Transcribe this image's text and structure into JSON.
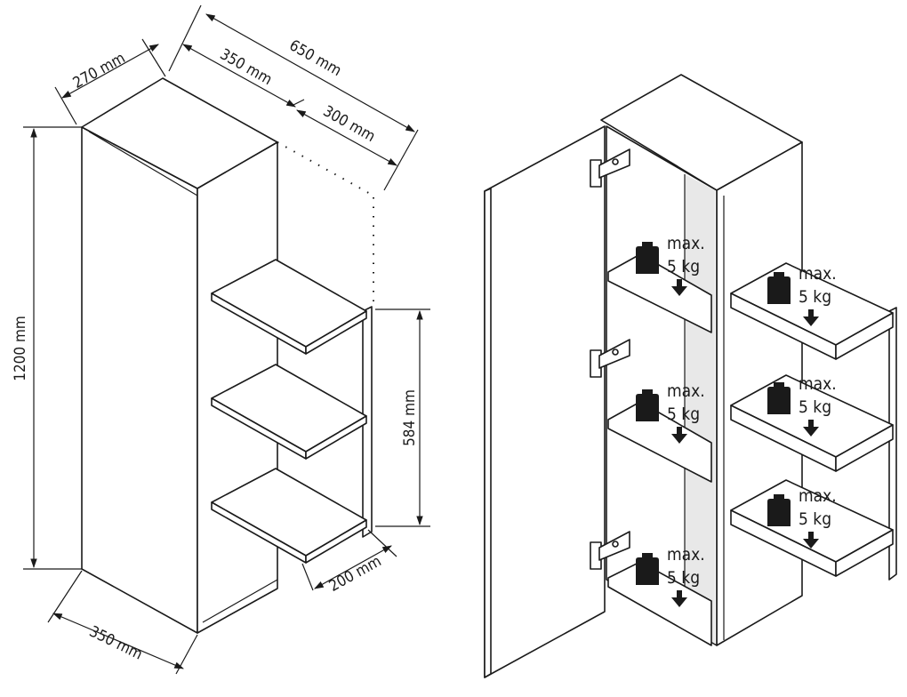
{
  "dimensions": {
    "depth_top": "270 mm",
    "total_width": "650 mm",
    "body_width_top": "350 mm",
    "shelf_unit_width": "300 mm",
    "height": "1200 mm",
    "shelf_section_height": "584 mm",
    "shelf_depth": "200 mm",
    "body_width_bottom": "350 mm"
  },
  "load_labels": [
    {
      "line1": "max.",
      "line2": "5 kg"
    },
    {
      "line1": "max.",
      "line2": "5 kg"
    },
    {
      "line1": "max.",
      "line2": "5 kg"
    },
    {
      "line1": "max.",
      "line2": "5 kg"
    },
    {
      "line1": "max.",
      "line2": "5 kg"
    },
    {
      "line1": "max.",
      "line2": "5 kg"
    }
  ]
}
